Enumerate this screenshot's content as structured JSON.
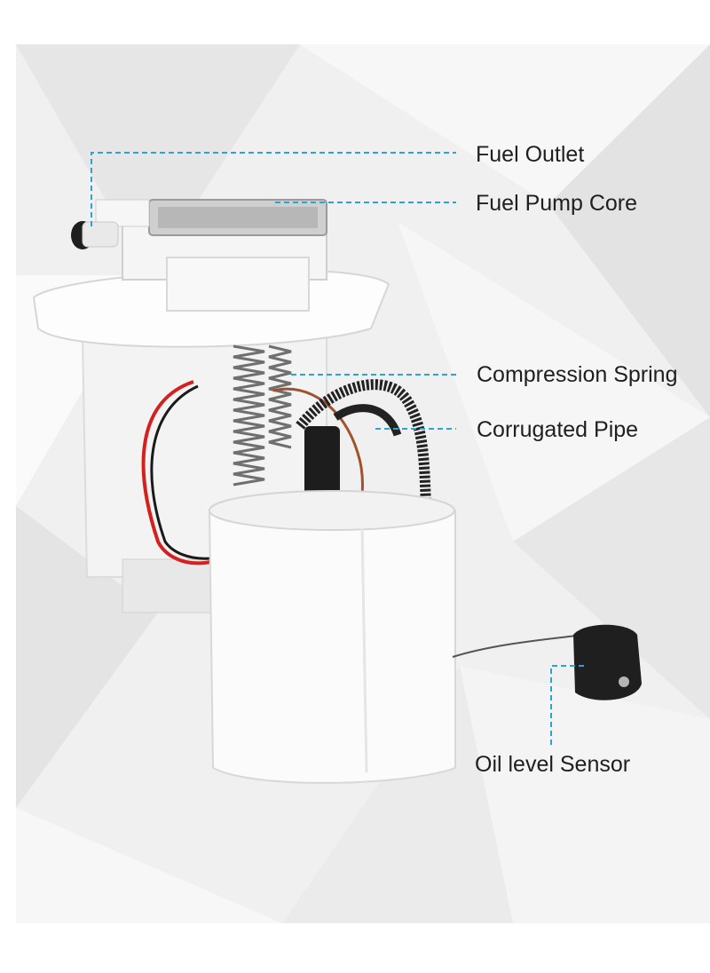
{
  "callouts": {
    "fuel_outlet": "Fuel Outlet",
    "fuel_pump_core": "Fuel Pump Core",
    "compression_spring": "Compression Spring",
    "corrugated_pipe": "Corrugated Pipe",
    "oil_level_sensor": "Oil level Sensor"
  },
  "colors": {
    "leader_line": "#2aa3d8",
    "background": "#efefef",
    "plastic": "#fbfbfb",
    "wire_red": "#d52020",
    "wire_black": "#1a1a1a",
    "wire_brown": "#a0522d"
  }
}
